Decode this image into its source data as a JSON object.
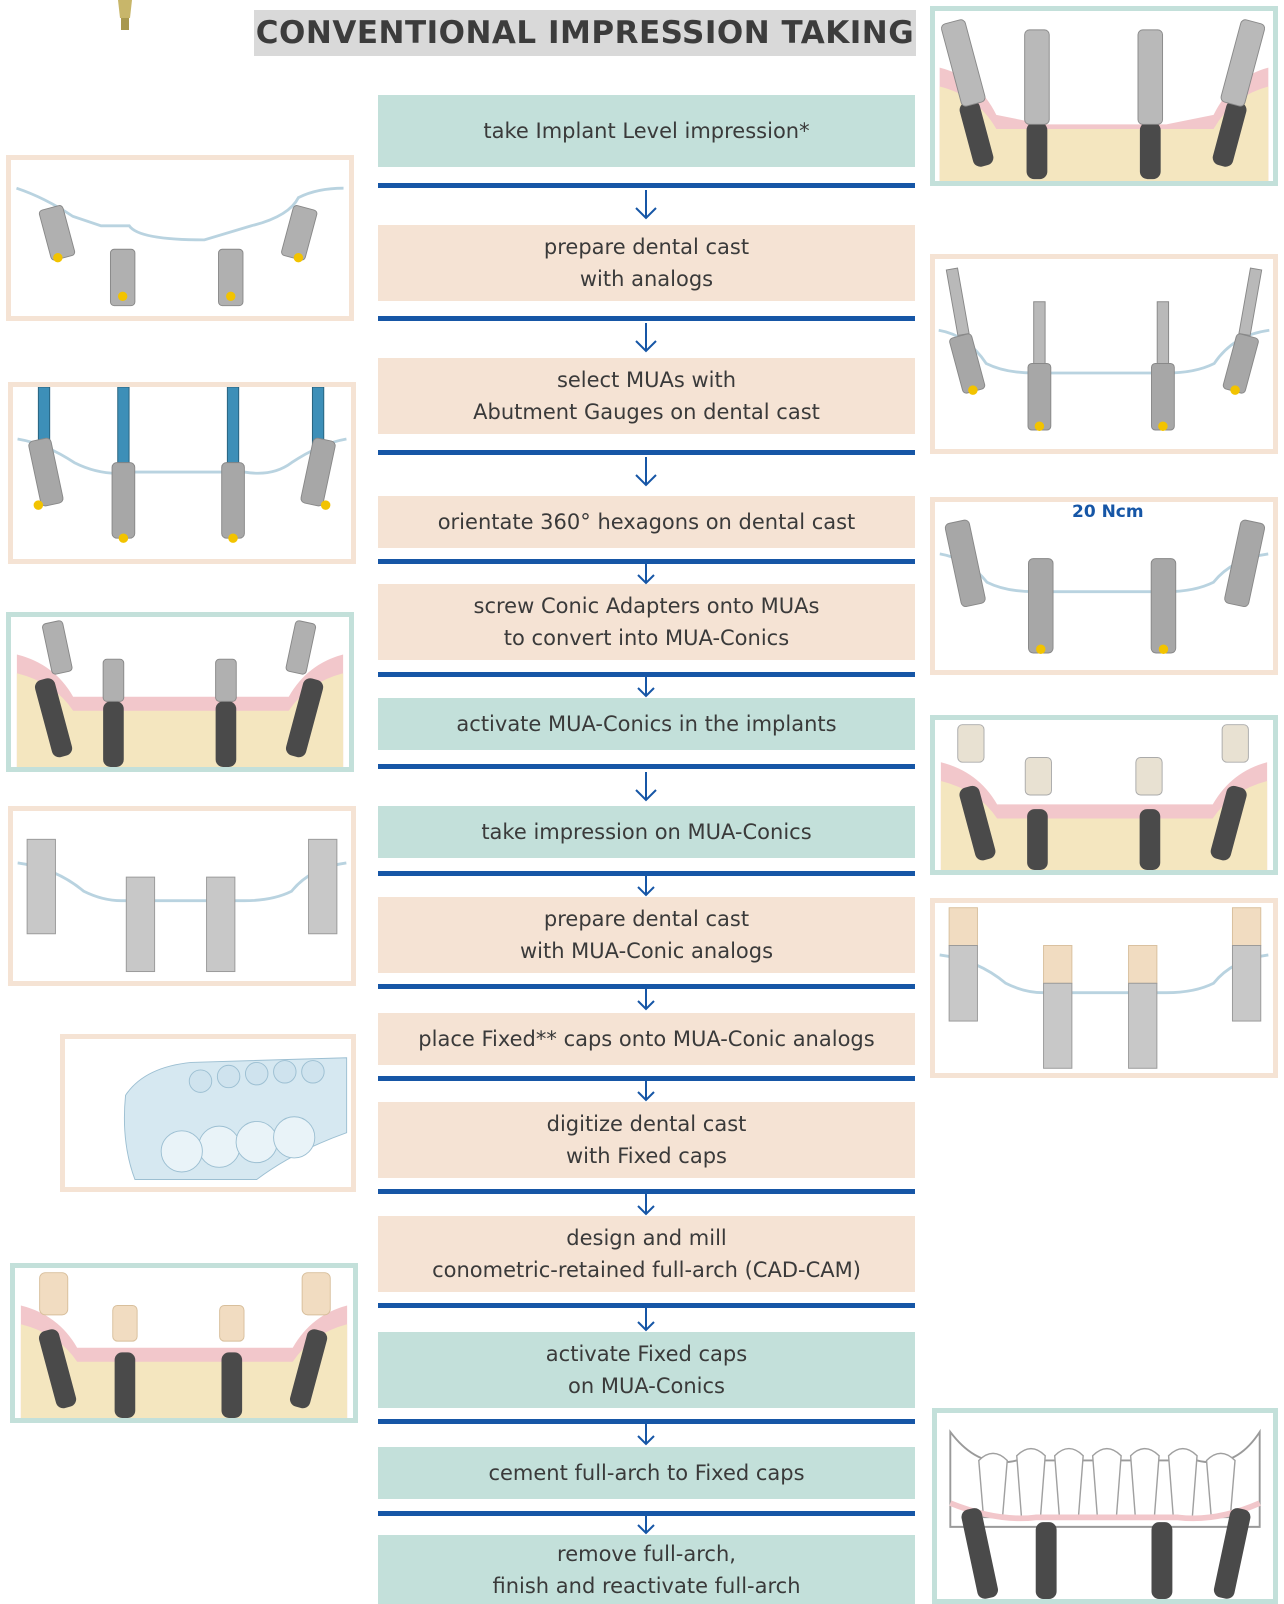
{
  "title": "CONVENTIONAL IMPRESSION TAKING",
  "steps": [
    {
      "label": "take Implant Level impression*",
      "color": "green"
    },
    {
      "label": "prepare dental cast\nwith analogs",
      "color": "peach"
    },
    {
      "label": "select MUAs with\nAbutment Gauges on dental cast",
      "color": "peach"
    },
    {
      "label": "orientate 360° hexagons on dental cast",
      "color": "peach"
    },
    {
      "label": "screw Conic Adapters onto MUAs\nto convert into MUA-Conics",
      "color": "peach"
    },
    {
      "label": "activate MUA-Conics in the implants",
      "color": "green"
    },
    {
      "label": "take impression on MUA-Conics",
      "color": "green"
    },
    {
      "label": "prepare dental cast\nwith MUA-Conic analogs",
      "color": "peach"
    },
    {
      "label": "place Fixed** caps onto MUA-Conic analogs",
      "color": "peach"
    },
    {
      "label": "digitize dental cast\nwith Fixed caps",
      "color": "peach"
    },
    {
      "label": "design and mill\nconometric-retained full-arch (CAD-CAM)",
      "color": "peach"
    },
    {
      "label": "activate Fixed caps\non MUA-Conics",
      "color": "green"
    },
    {
      "label": "cement full-arch to Fixed caps",
      "color": "green"
    },
    {
      "label": "remove full-arch,\nfinish and reactivate full-arch",
      "color": "green"
    }
  ],
  "torque_label": "20 Ncm",
  "colors": {
    "green_box": "#c3e0da",
    "peach_box": "#f5e3d4",
    "divider": "#1656a6",
    "title_bg": "#d9d9d9"
  }
}
